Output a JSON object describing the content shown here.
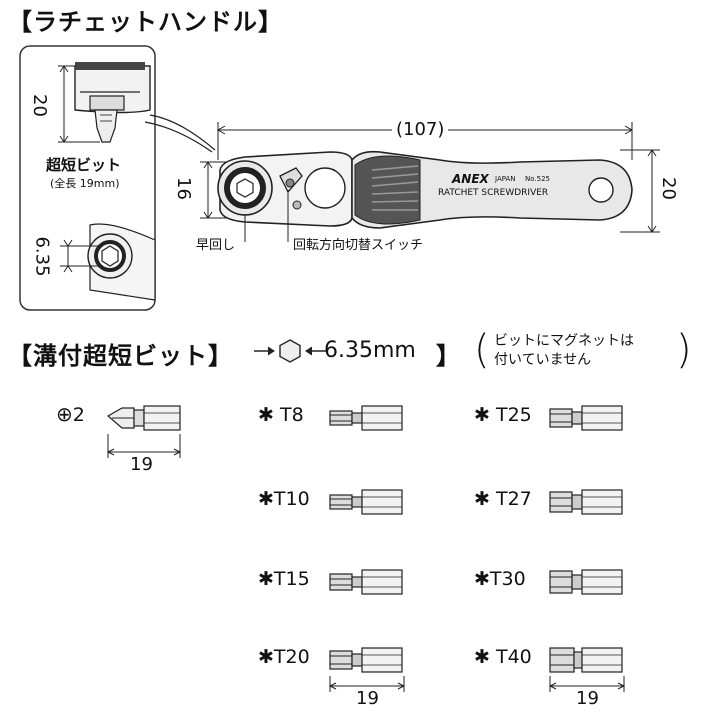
{
  "ratchet_section": {
    "title": "【ラチェットハンドル】",
    "overall_length": "(107)",
    "height_left": "16",
    "height_right": "20",
    "inset_height": "20",
    "short_bit_label": "超短ビット",
    "short_bit_sub": "(全長 19mm)",
    "hex_size": "6.35",
    "label_quick": "早回し",
    "label_switch": "回転方向切替スイッチ",
    "brand": "ANEX",
    "origin": "JAPAN",
    "model": "No.525",
    "product_name": "RATCHET SCREWDRIVER"
  },
  "bits_section": {
    "title": "【溝付超短ビット】",
    "hex_size": "6.35mm",
    "close_bracket": "】",
    "note_line1": "ビットにマグネットは",
    "note_line2": "付いていません",
    "bit_length": "19",
    "bits": [
      {
        "symbol": "⊕",
        "name": "2"
      },
      {
        "symbol": "✱",
        "name": "T8"
      },
      {
        "symbol": "✱",
        "name": "T25"
      },
      {
        "symbol": "✱",
        "name": "T10"
      },
      {
        "symbol": "✱",
        "name": "T27"
      },
      {
        "symbol": "✱",
        "name": "T15"
      },
      {
        "symbol": "✱",
        "name": "T30"
      },
      {
        "symbol": "✱",
        "name": "T20"
      },
      {
        "symbol": "✱",
        "name": "T40"
      }
    ]
  }
}
